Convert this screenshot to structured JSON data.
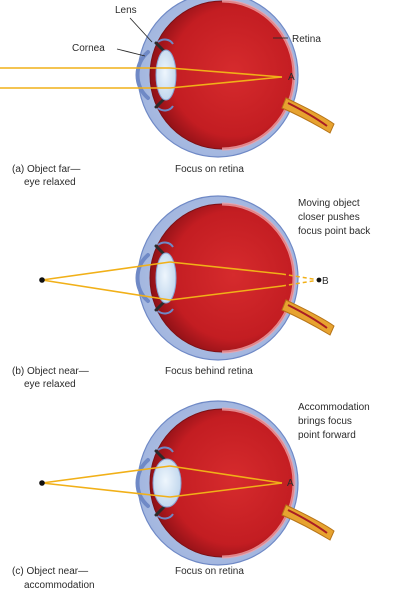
{
  "labels": {
    "lens": "Lens",
    "cornea": "Cornea",
    "retina": "Retina",
    "point_a_top": "A",
    "point_b": "B",
    "point_a_bottom": "A"
  },
  "panels": [
    {
      "caption_lines": [
        "(a) Object far—",
        "eye relaxed"
      ],
      "focus_label": "Focus on retina"
    },
    {
      "caption_lines": [
        "(b) Object near—",
        "eye relaxed"
      ],
      "focus_label": "Focus behind retina",
      "note_lines": [
        "Moving object",
        "closer pushes",
        "focus point back"
      ]
    },
    {
      "caption_lines": [
        "(c) Object near—",
        "accommodation"
      ],
      "focus_label": "Focus on retina",
      "note_lines": [
        "Accommodation",
        "brings focus",
        "point forward"
      ]
    }
  ],
  "colors": {
    "eye_interior": "#c71f23",
    "sclera_outer": "#bac9e6",
    "sclera_inner": "#8aa2d1",
    "lens_fill": "#cfe1f3",
    "ray": "#f1b018",
    "nerve_orange": "#e7a330",
    "text": "#2b2b2b"
  }
}
